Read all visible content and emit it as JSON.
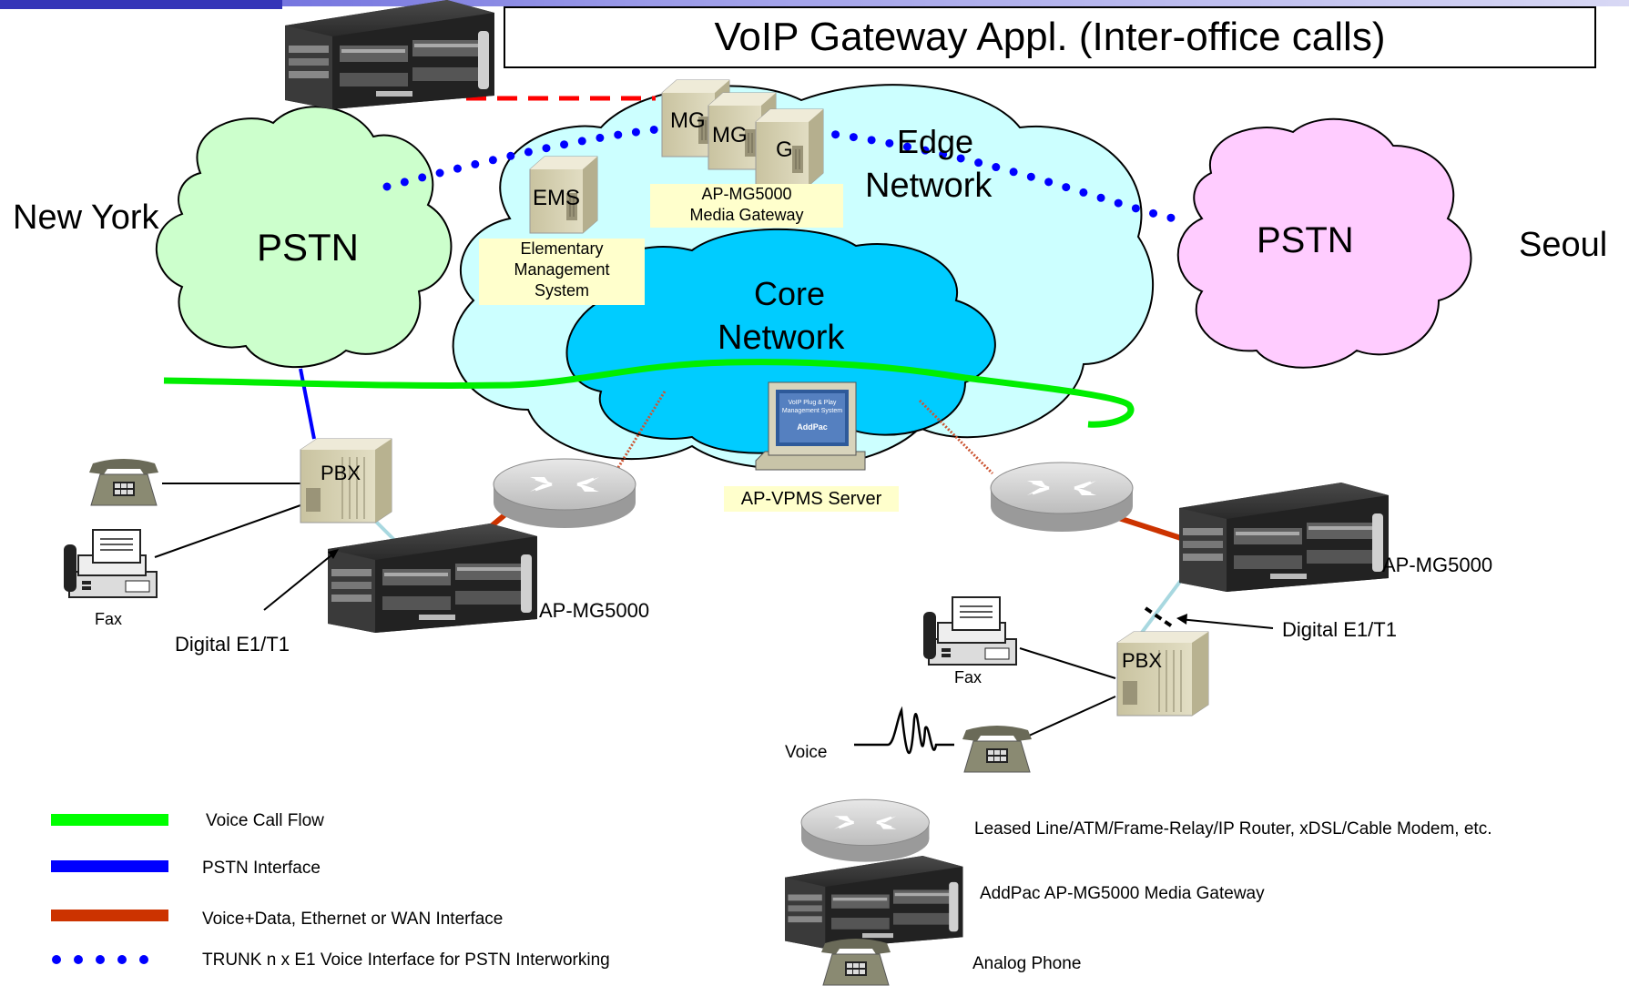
{
  "title": "VoIP Gateway Appl. (Inter-office calls)",
  "locations": {
    "left": "New York",
    "right": "Seoul"
  },
  "clouds": {
    "pstn_left": "PSTN",
    "pstn_right": "PSTN",
    "edge_line1": "Edge",
    "edge_line2": "Network",
    "core_line1": "Core",
    "core_line2": "Network"
  },
  "servers": {
    "mg_labels": [
      "MG",
      "MG",
      "G"
    ],
    "mg_caption_line1": "AP-MG5000",
    "mg_caption_line2": "Media Gateway",
    "ems_label": "EMS",
    "ems_caption_line1": "Elementary",
    "ems_caption_line2": "Management",
    "ems_caption_line3": "System",
    "vpms_caption": "AP-VPMS Server",
    "vpms_screen_line1": "VoIP Plug & Play",
    "vpms_screen_line2": "Management System",
    "vpms_screen_brand": "AddPac"
  },
  "left_site": {
    "pbx": "PBX",
    "fax": "Fax",
    "digital": "Digital E1/T1",
    "gateway": "AP-MG5000"
  },
  "right_site": {
    "pbx": "PBX",
    "fax": "Fax",
    "digital": "Digital E1/T1",
    "gateway": "AP-MG5000",
    "voice": "Voice"
  },
  "legend": {
    "lines": [
      {
        "label": "Voice Call Flow",
        "color": "#00ff00"
      },
      {
        "label": "PSTN Interface",
        "color": "#0000ff"
      },
      {
        "label": "Voice+Data, Ethernet or WAN Interface",
        "color": "#cc3300"
      },
      {
        "label": "TRUNK n x E1 Voice Interface for PSTN Interworking",
        "color": "#0000ff"
      }
    ],
    "icons": [
      {
        "label": "Leased Line/ATM/Frame-Relay/IP Router, xDSL/Cable Modem, etc.",
        "icon": "router-icon"
      },
      {
        "label": "AddPac AP-MG5000 Media Gateway",
        "icon": "media-gateway-icon"
      },
      {
        "label": "Analog Phone",
        "icon": "analog-phone-icon"
      }
    ]
  },
  "colors": {
    "pstn_left": "#ccffcc",
    "pstn_right": "#ffccff",
    "edge_cloud": "#ccffff",
    "core_cloud": "#00ccff",
    "caption_bg": "#ffffcc",
    "server_beige": "#ddd8b8"
  }
}
